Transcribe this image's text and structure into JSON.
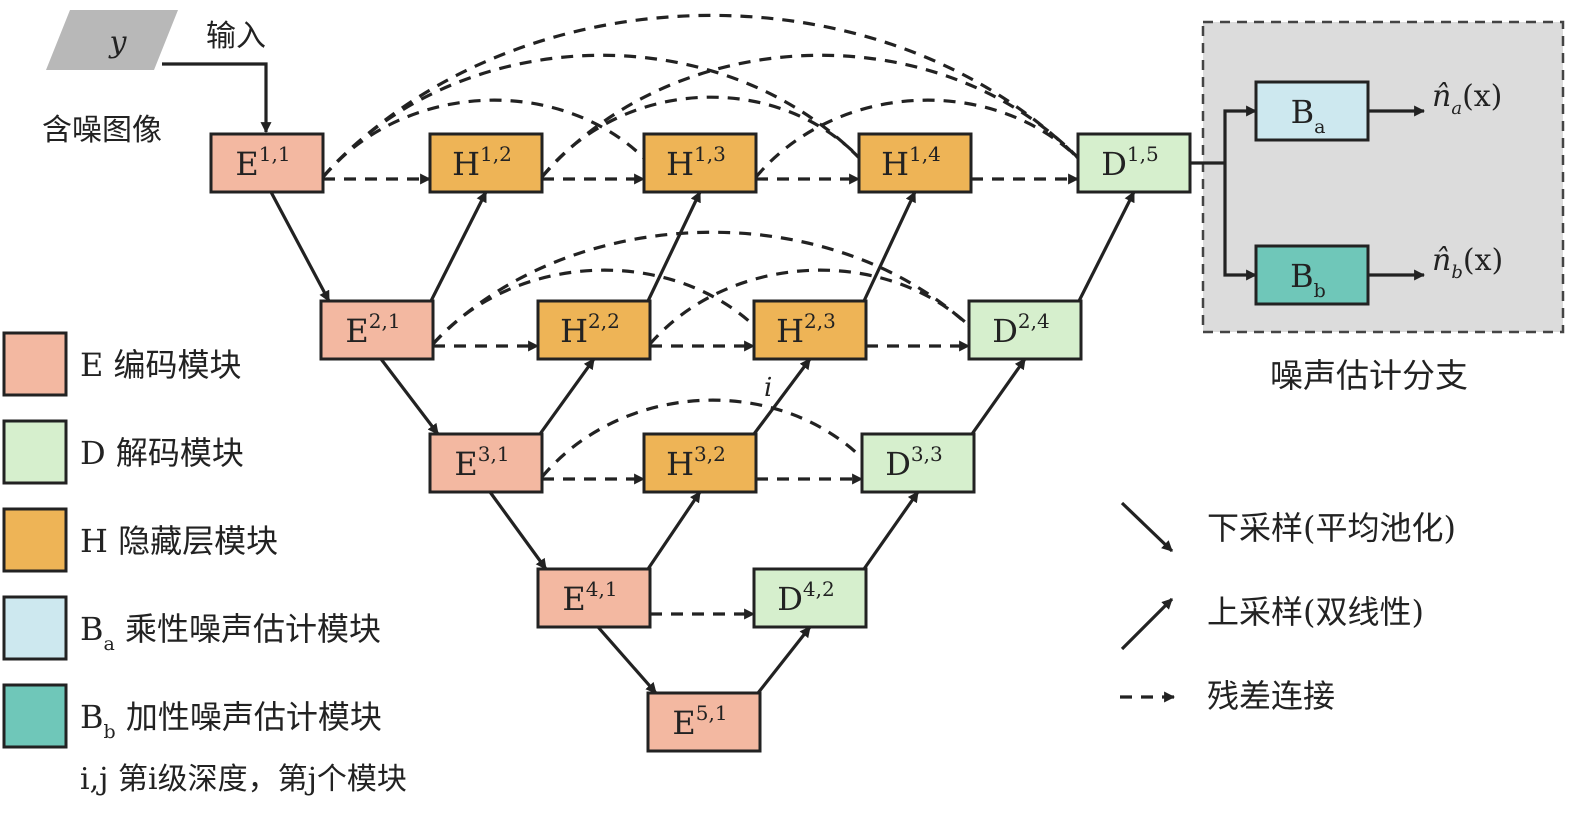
{
  "colors": {
    "encoder": "#f3b8a1",
    "decoder": "#d6efcd",
    "hidden": "#eeb456",
    "ba": "#cde8ef",
    "bb": "#6fc7b9",
    "line": "#222222",
    "skip_dark": "#222222",
    "skip_gray": "#9a9a9a",
    "input": "#b8b8b8",
    "branch_bg": "#dcdcdc"
  },
  "input": {
    "symbol": "y",
    "arrow_label": "输入",
    "caption": "含噪图像"
  },
  "nodes": [
    {
      "id": "E11",
      "letter": "E",
      "sup": "1,1",
      "kind": "encoder"
    },
    {
      "id": "H12",
      "letter": "H",
      "sup": "1,2",
      "kind": "hidden"
    },
    {
      "id": "H13",
      "letter": "H",
      "sup": "1,3",
      "kind": "hidden"
    },
    {
      "id": "H14",
      "letter": "H",
      "sup": "1,4",
      "kind": "hidden"
    },
    {
      "id": "D15",
      "letter": "D",
      "sup": "1,5",
      "kind": "decoder"
    },
    {
      "id": "E21",
      "letter": "E",
      "sup": "2,1",
      "kind": "encoder"
    },
    {
      "id": "H22",
      "letter": "H",
      "sup": "2,2",
      "kind": "hidden"
    },
    {
      "id": "H23",
      "letter": "H",
      "sup": "2,3",
      "kind": "hidden"
    },
    {
      "id": "D24",
      "letter": "D",
      "sup": "2,4",
      "kind": "decoder"
    },
    {
      "id": "E31",
      "letter": "E",
      "sup": "3,1",
      "kind": "encoder"
    },
    {
      "id": "H32",
      "letter": "H",
      "sup": "3,2",
      "kind": "hidden"
    },
    {
      "id": "D33",
      "letter": "D",
      "sup": "3,3",
      "kind": "decoder"
    },
    {
      "id": "E41",
      "letter": "E",
      "sup": "4,1",
      "kind": "encoder"
    },
    {
      "id": "D42",
      "letter": "D",
      "sup": "4,2",
      "kind": "decoder"
    },
    {
      "id": "E51",
      "letter": "E",
      "sup": "5,1",
      "kind": "encoder"
    },
    {
      "id": "Ba",
      "letter": "B",
      "sub": "a",
      "kind": "ba"
    },
    {
      "id": "Bb",
      "letter": "B",
      "sub": "b",
      "kind": "bb"
    }
  ],
  "edges": {
    "down": [
      [
        "E11",
        "E21"
      ],
      [
        "E21",
        "E31"
      ],
      [
        "E31",
        "E41"
      ],
      [
        "E41",
        "E51"
      ]
    ],
    "up": [
      [
        "E21",
        "H12"
      ],
      [
        "H22",
        "H13"
      ],
      [
        "H23",
        "H14"
      ],
      [
        "D24",
        "D15"
      ],
      [
        "E31",
        "H22"
      ],
      [
        "H32",
        "H23"
      ],
      [
        "D33",
        "D24"
      ],
      [
        "E41",
        "H32"
      ],
      [
        "D42",
        "D33"
      ],
      [
        "E51",
        "D42"
      ]
    ],
    "skip_straight": [
      [
        "E11",
        "H12"
      ],
      [
        "H12",
        "H13"
      ],
      [
        "H13",
        "H14"
      ],
      [
        "H14",
        "D15"
      ],
      [
        "E21",
        "H22"
      ],
      [
        "H22",
        "H23"
      ],
      [
        "H23",
        "D24"
      ],
      [
        "E31",
        "H32"
      ],
      [
        "H32",
        "D33"
      ],
      [
        "E41",
        "D42"
      ]
    ],
    "skip_arc": [
      {
        "from": "E11",
        "to": "H13",
        "tone": "dark",
        "rise": 75
      },
      {
        "from": "E11",
        "to": "H14",
        "tone": "gray",
        "rise": 120
      },
      {
        "from": "E11",
        "to": "D15",
        "tone": "gray",
        "rise": 160
      },
      {
        "from": "H12",
        "to": "H14",
        "tone": "dark",
        "rise": 78
      },
      {
        "from": "H12",
        "to": "D15",
        "tone": "gray",
        "rise": 120
      },
      {
        "from": "H13",
        "to": "D15",
        "tone": "dark",
        "rise": 75
      },
      {
        "from": "E21",
        "to": "H23",
        "tone": "dark",
        "rise": 72
      },
      {
        "from": "E21",
        "to": "D24",
        "tone": "gray",
        "rise": 110
      },
      {
        "from": "H22",
        "to": "D24",
        "tone": "dark",
        "rise": 72
      },
      {
        "from": "E31",
        "to": "D33",
        "tone": "dark",
        "rise": 75
      }
    ]
  },
  "annotation_i": "i",
  "branch": {
    "label": "噪声估计分支",
    "out_a": "n̂",
    "out_a_sub": "a",
    "out_b": "n̂",
    "out_b_sub": "b",
    "out_arg": "(x)"
  },
  "legend_left": [
    {
      "kind": "encoder",
      "text": "E  编码模块"
    },
    {
      "kind": "decoder",
      "text": "D  解码模块"
    },
    {
      "kind": "hidden",
      "text": "H  隐藏层模块"
    },
    {
      "kind": "ba",
      "letter": "B",
      "sub": "a",
      "text": "乘性噪声估计模块"
    },
    {
      "kind": "bb",
      "letter": "B",
      "sub": "b",
      "text": "加性噪声估计模块"
    }
  ],
  "legend_note": "i,j 第i级深度，第j个模块",
  "legend_right": [
    {
      "kind": "down",
      "text": "下采样(平均池化)"
    },
    {
      "kind": "up",
      "text": "上采样(双线性)"
    },
    {
      "kind": "skip",
      "text": "残差连接"
    }
  ]
}
